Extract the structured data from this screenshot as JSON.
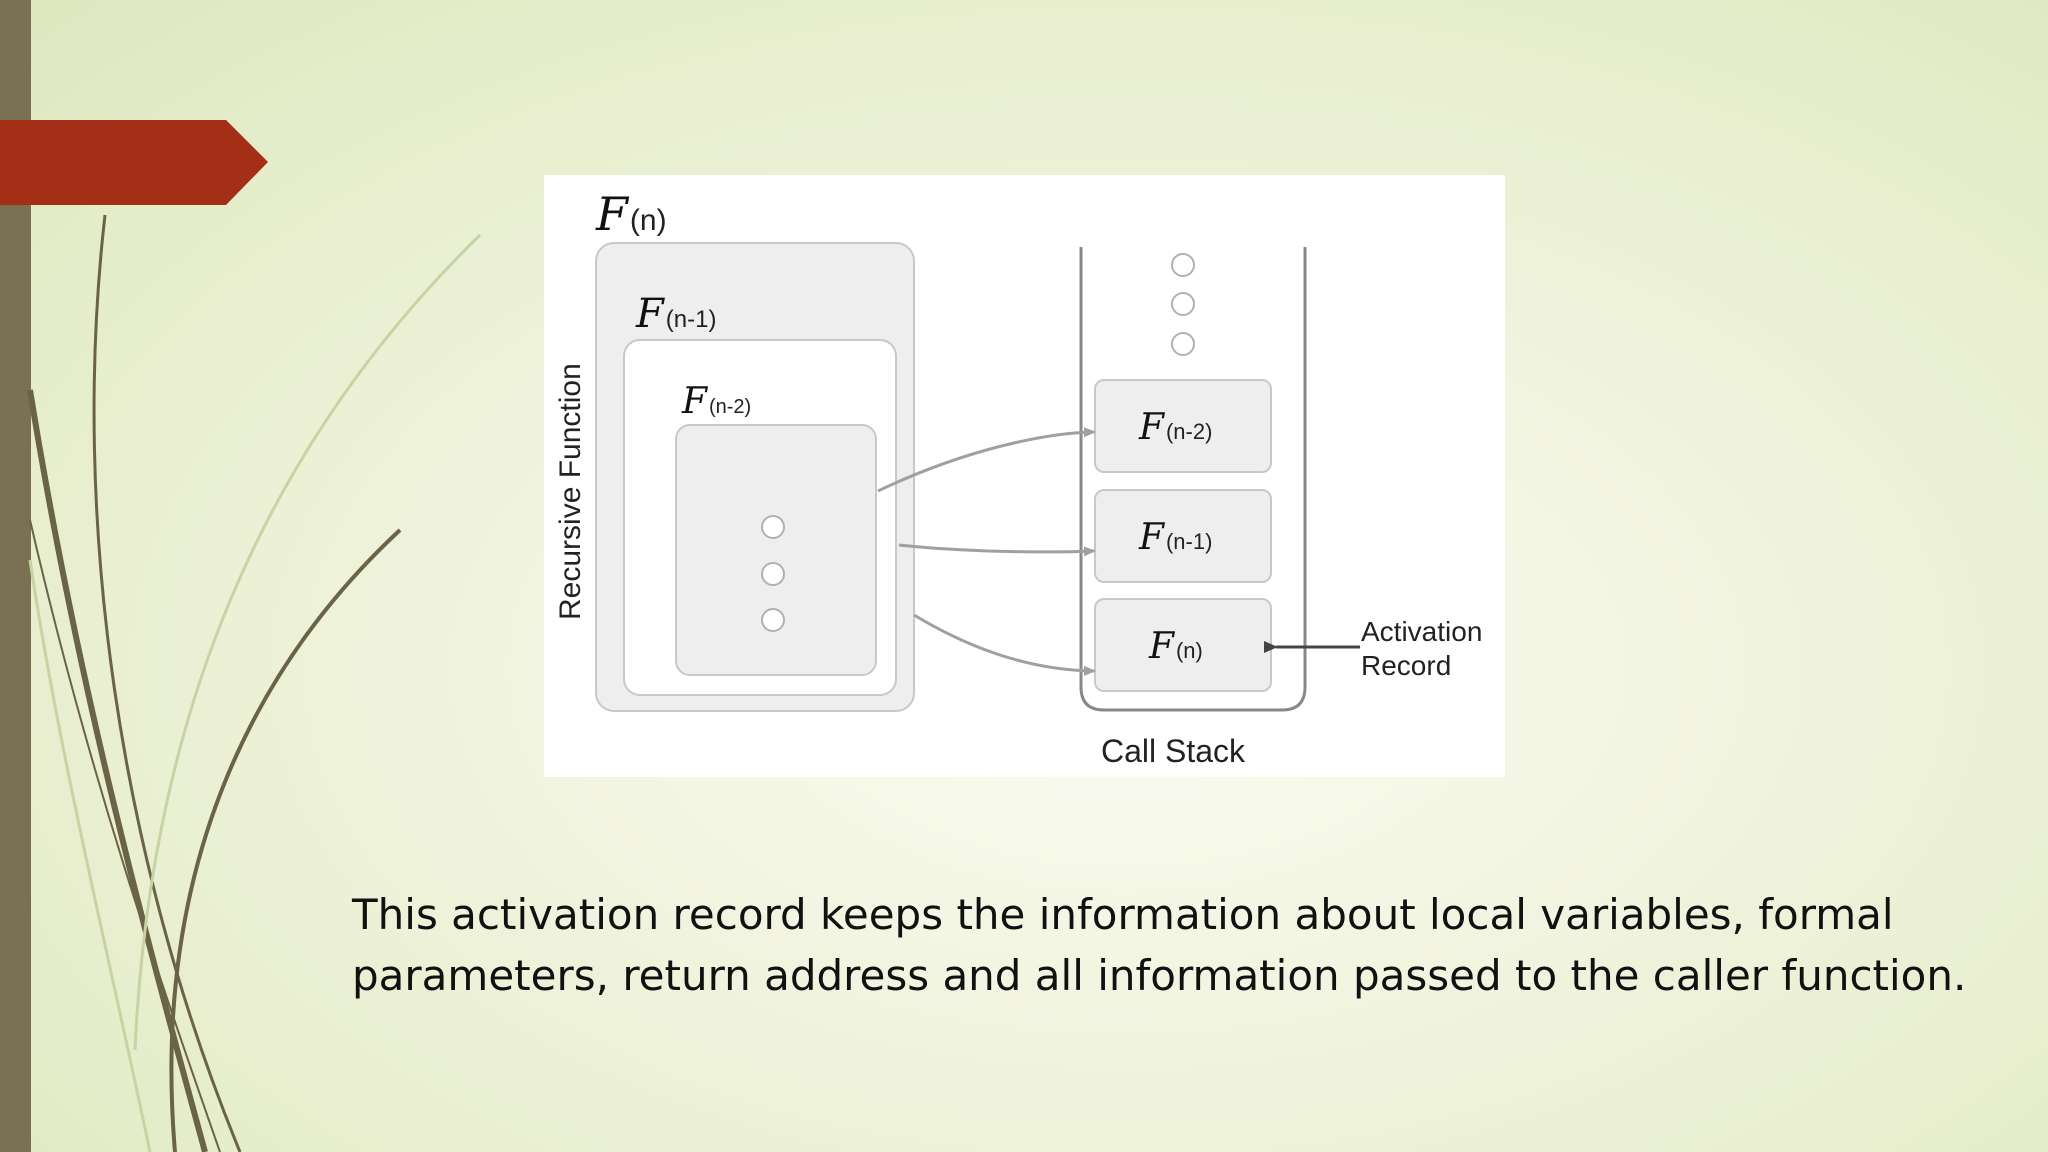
{
  "slide": {
    "colors": {
      "left_bar": "#7a7155",
      "tab": "#a52f16",
      "decor_lines": "#6a6346",
      "decor_light": "#c8d3a4"
    },
    "caption": "This activation record keeps the information about local variables, formal parameters, return address and all information passed to the caller function."
  },
  "diagram": {
    "recursive_function_label": "Recursive Function",
    "frames": [
      {
        "symbol": "F",
        "subscript": "(n)"
      },
      {
        "symbol": "F",
        "subscript": "(n-1)"
      },
      {
        "symbol": "F",
        "subscript": "(n-2)"
      }
    ],
    "call_stack_label": "Call Stack",
    "stack_frames": [
      {
        "symbol": "F",
        "subscript": "(n-2)"
      },
      {
        "symbol": "F",
        "subscript": "(n-1)"
      },
      {
        "symbol": "F",
        "subscript": "(n)"
      }
    ],
    "activation_label_line1": "Activation",
    "activation_label_line2": "Record"
  }
}
